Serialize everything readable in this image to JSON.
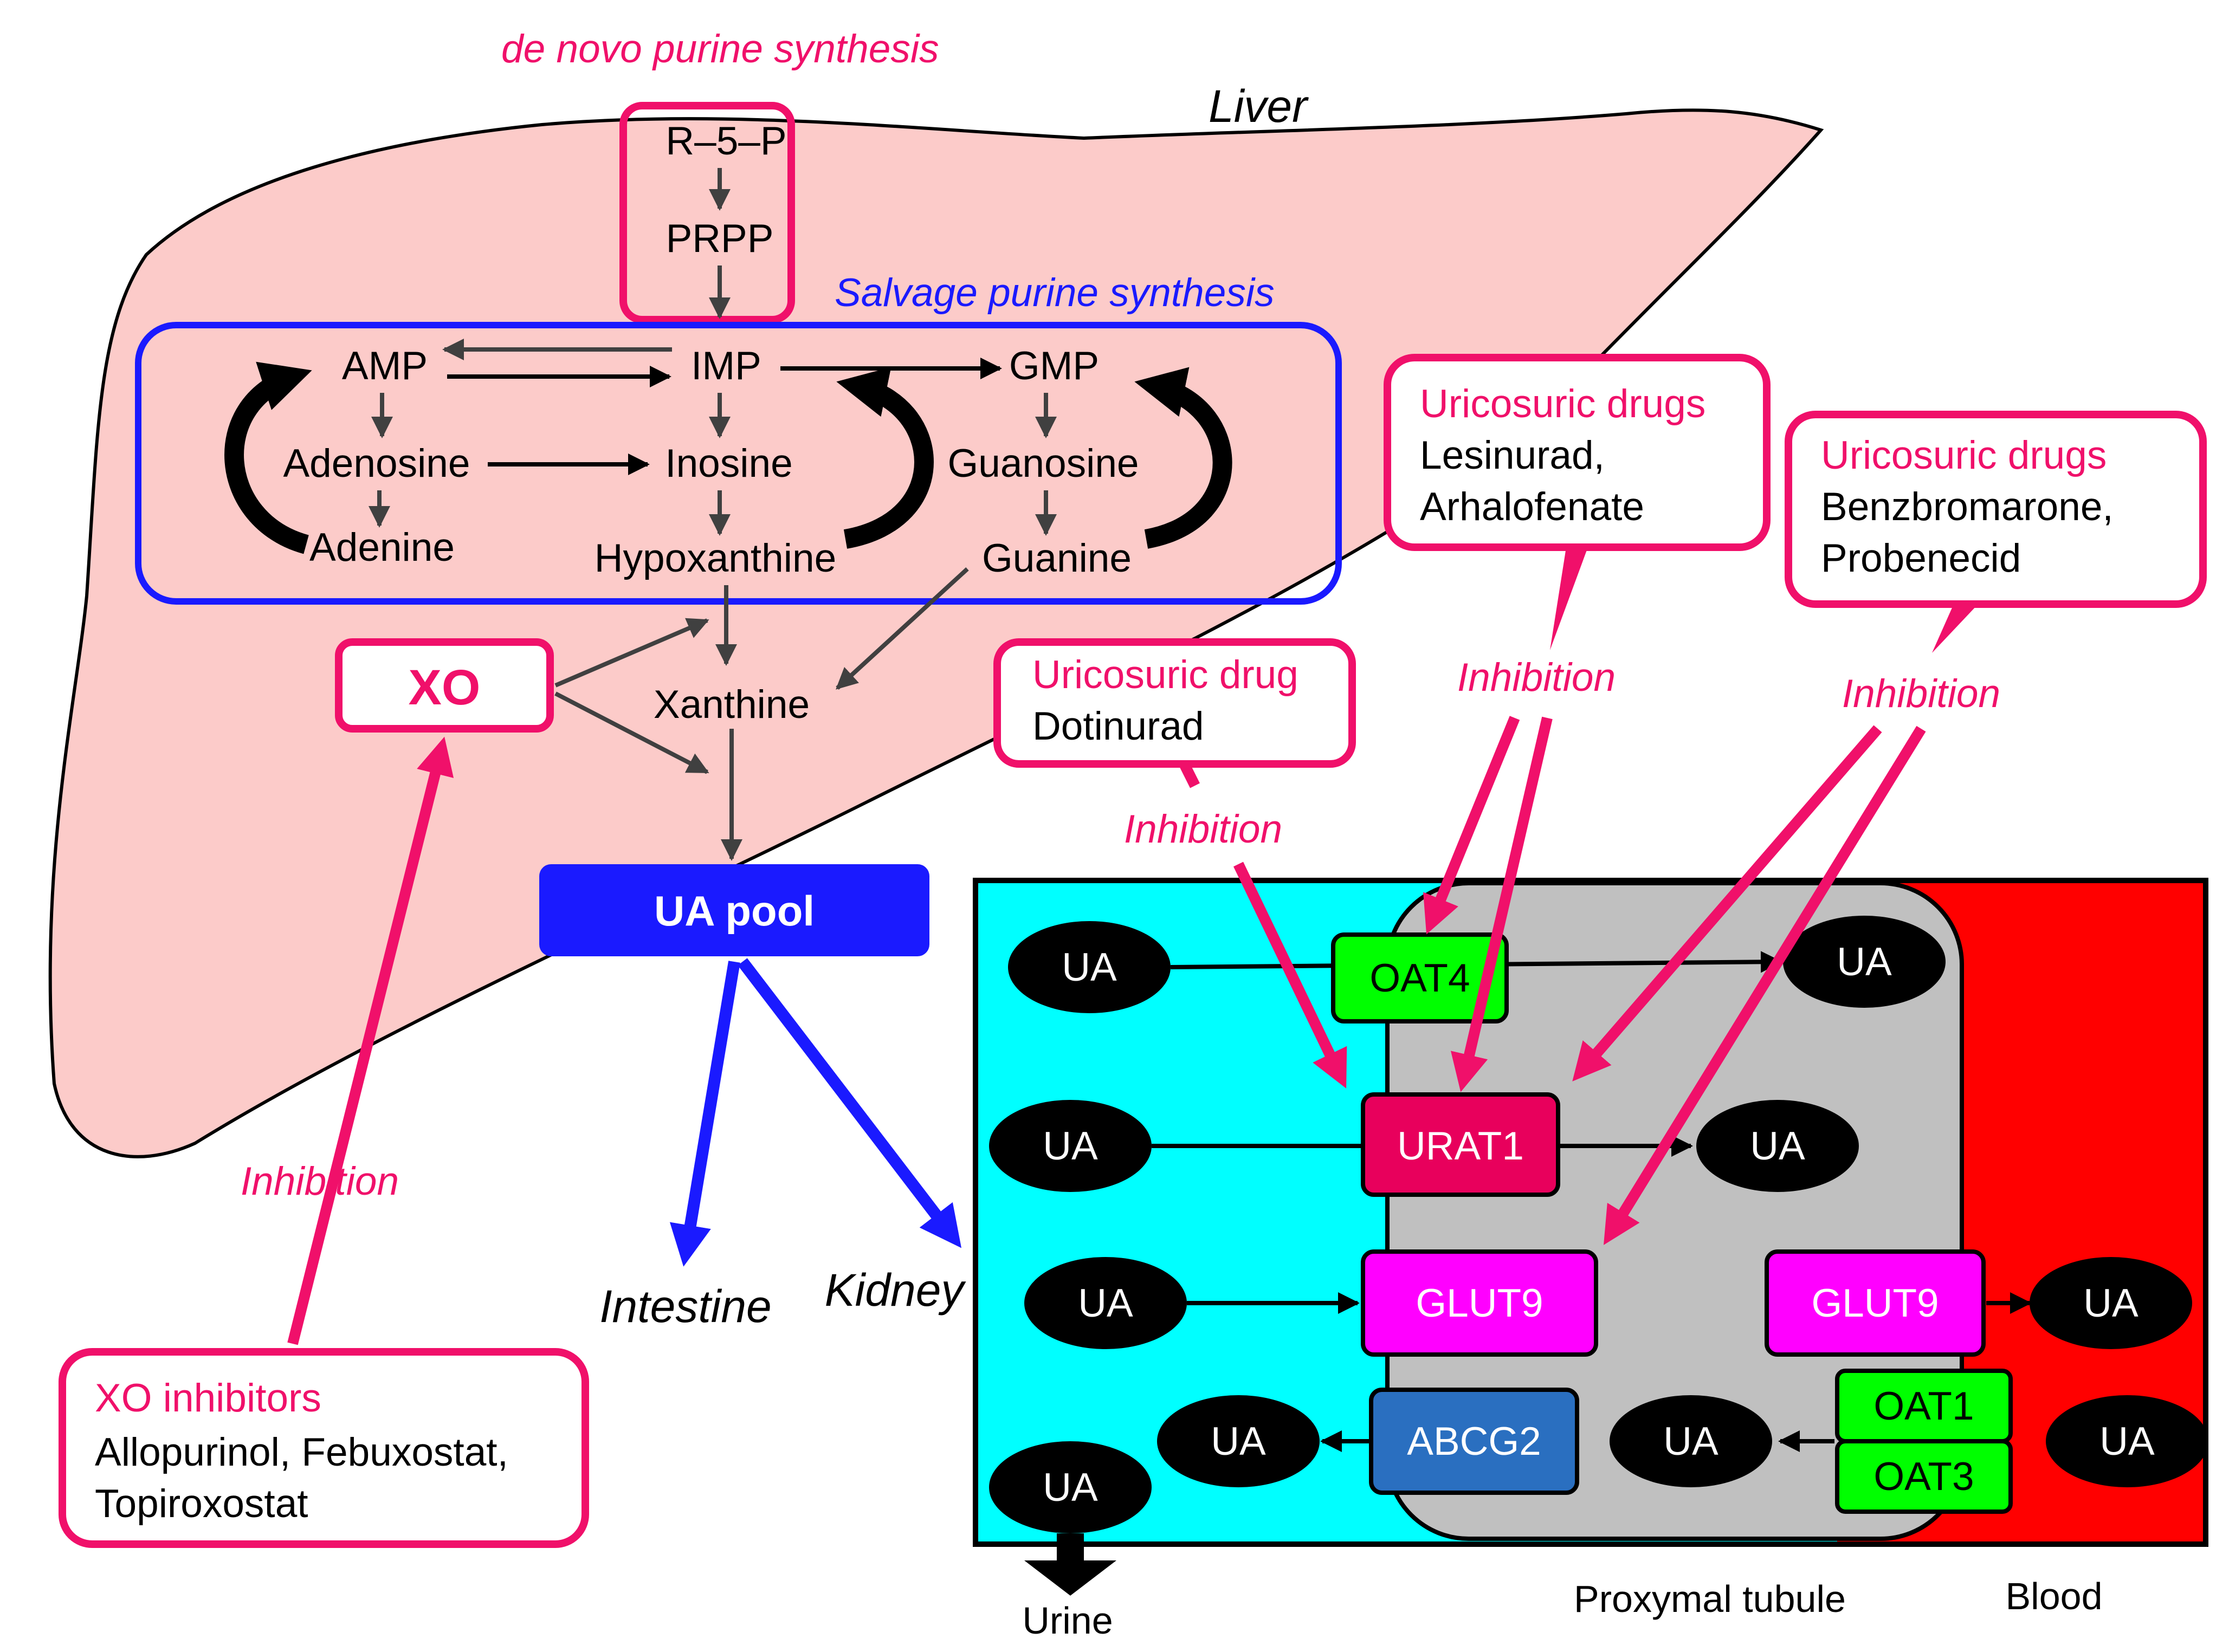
{
  "organs": {
    "liver": "Liver",
    "intestine": "Intestine",
    "kidney": "Kidney"
  },
  "pathway": {
    "de_novo_title": "de novo purine synthesis",
    "salvage_title": "Salvage purine synthesis",
    "r5p": "R–5–P",
    "prpp": "PRPP",
    "amp": "AMP",
    "imp": "IMP",
    "gmp": "GMP",
    "adenosine": "Adenosine",
    "inosine": "Inosine",
    "guanosine": "Guanosine",
    "adenine": "Adenine",
    "hypoxanthine": "Hypoxanthine",
    "guanine": "Guanine",
    "xanthine": "Xanthine",
    "xo": "XO",
    "ua_pool": "UA pool"
  },
  "drugs": {
    "xo_inhibitors": {
      "title": "XO inhibitors",
      "line1": "Allopurinol, Febuxostat,",
      "line2": "Topiroxostat",
      "inhibition": "Inhibition"
    },
    "dotinurad": {
      "title": "Uricosuric drug",
      "line1": "Dotinurad",
      "inhibition": "Inhibition"
    },
    "lesinurad": {
      "title": "Uricosuric drugs",
      "line1": "Lesinurad,",
      "line2": "Arhalofenate",
      "inhibition": "Inhibition"
    },
    "benzbromarone": {
      "title": "Uricosuric drugs",
      "line1": "Benzbromarone,",
      "line2": "Probenecid",
      "inhibition": "Inhibition"
    }
  },
  "kidney_panel": {
    "ua": "UA",
    "transporters": {
      "oat4": "OAT4",
      "urat1": "URAT1",
      "glut9_apical": "GLUT9",
      "glut9_basal": "GLUT9",
      "abcg2": "ABCG2",
      "oat1": "OAT1",
      "oat3": "OAT3"
    },
    "urine": "Urine",
    "proximal_tubule": "Proxymal tubule",
    "blood": "Blood"
  },
  "colors": {
    "liver_fill": "#fccbc9",
    "accent_magenta": "#f0106a",
    "salvage_blue": "#1a1aff",
    "lumen_cyan": "#00ffff",
    "cell_gray": "#c0c0c0",
    "blood_red": "#ff0000",
    "oat4_green": "#00ff00",
    "urat1_crimson": "#e8005c",
    "glut9_magenta": "#ff00ff",
    "abcg2_blue": "#2a6fc0"
  }
}
